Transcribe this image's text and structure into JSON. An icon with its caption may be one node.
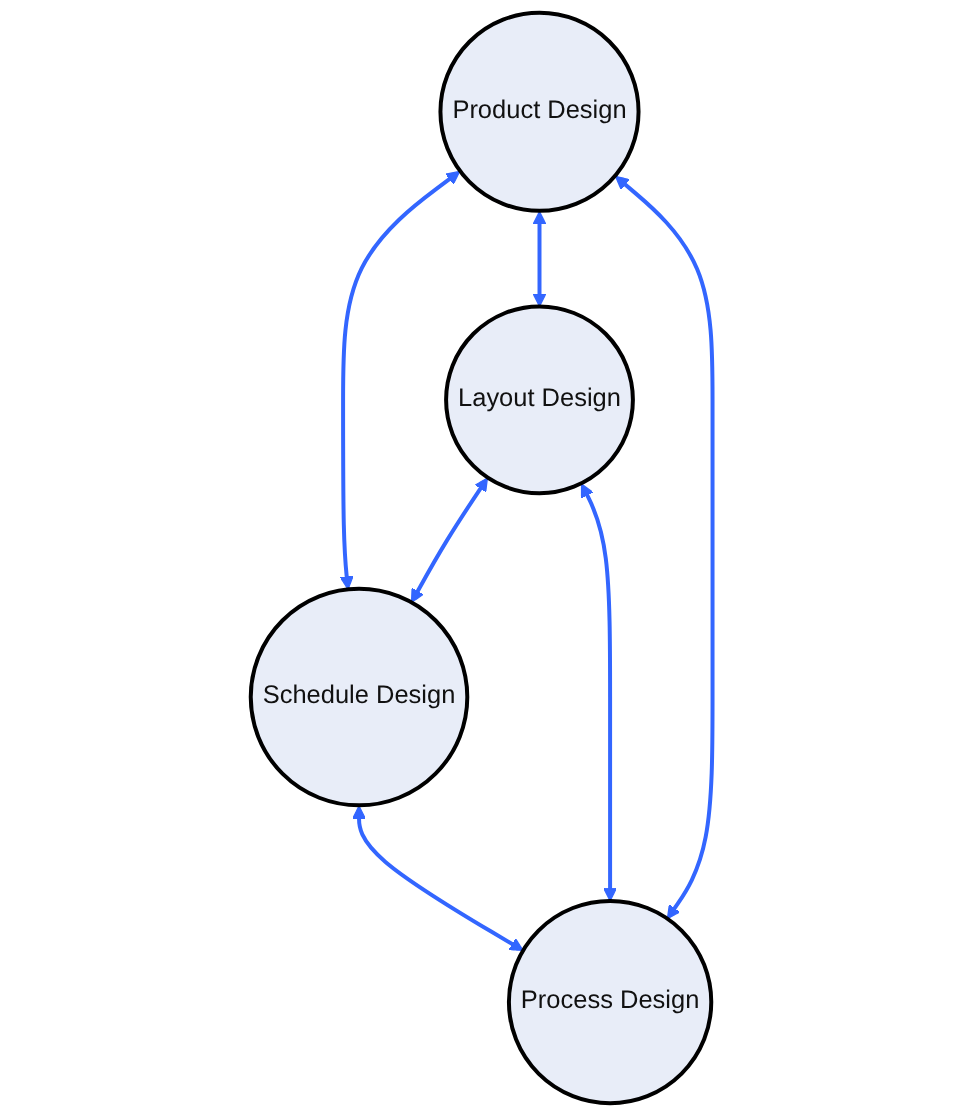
{
  "diagram": {
    "nodes": [
      {
        "text": [
          "Product Design"
        ]
      },
      {
        "text": [
          "Layout Design"
        ]
      },
      {
        "text": [
          "Schedule Design"
        ]
      },
      {
        "text": [
          "Process Design"
        ]
      }
    ],
    "edges": [
      {
        "from": 0,
        "to": 2,
        "arrow": "both"
      },
      {
        "from": 0,
        "to": 1,
        "arrow": "both"
      },
      {
        "from": 0,
        "to": 3,
        "arrow": "both"
      },
      {
        "from": 1,
        "to": 2,
        "arrow": "both"
      },
      {
        "from": 1,
        "to": 3,
        "arrow": "both"
      },
      {
        "from": 2,
        "to": 3,
        "arrow": "both"
      }
    ]
  }
}
